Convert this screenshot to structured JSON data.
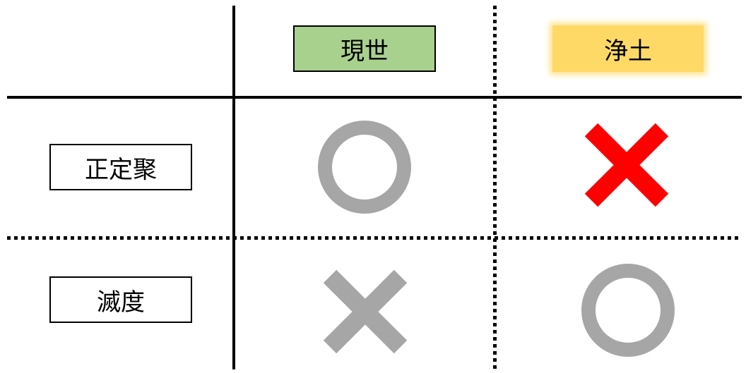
{
  "columns": [
    {
      "label": "現世",
      "color": "#a9d18e"
    },
    {
      "label": "浄土",
      "color": "#ffd966"
    }
  ],
  "rows": [
    {
      "label": "正定聚",
      "cells": [
        "circle",
        "cross"
      ]
    },
    {
      "label": "滅度",
      "cells": [
        "cross",
        "circle"
      ]
    }
  ],
  "colors": {
    "circle": "#a6a6a6",
    "cross_gray": "#a6a6a6",
    "cross_red": "#ff0000"
  }
}
